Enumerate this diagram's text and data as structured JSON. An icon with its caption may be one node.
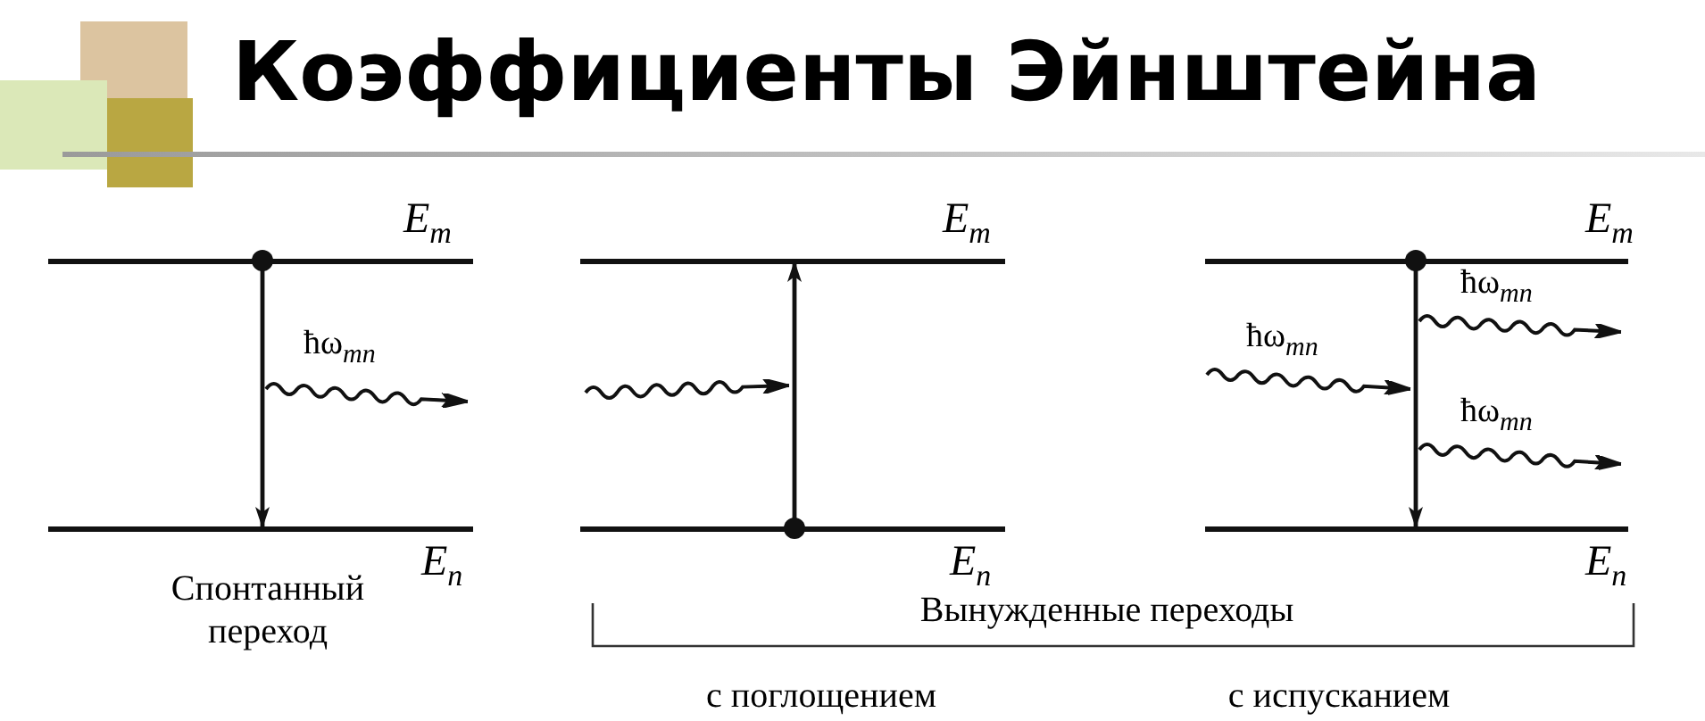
{
  "diagram": {
    "title": "Коэффициенты Эйнштейна",
    "nodes": [
      {
        "text": [],
        "shape": "bar",
        "beside": [
          "E$_{m}$"
        ]
      },
      {
        "text": [],
        "shape": "bar",
        "beside": [
          "E$_{n}$"
        ]
      },
      {
        "text": [],
        "shape": "bar",
        "beside": [
          "E$_{m}$"
        ]
      },
      {
        "text": [],
        "shape": "bar",
        "beside": [
          "E$_{n}$"
        ]
      },
      {
        "text": [],
        "shape": "bar",
        "beside": [
          "E$_{m}$"
        ]
      },
      {
        "text": [],
        "shape": "bar",
        "beside": [
          "E$_{n}$"
        ]
      }
    ],
    "edges": [
      {
        "from": 0,
        "to": 1,
        "arrow": "to"
      },
      {
        "from": 3,
        "to": 2,
        "arrow": "to"
      },
      {
        "from": 4,
        "to": 5,
        "arrow": "to"
      }
    ],
    "labels": [
      "ħω$_{mn}$",
      "ħω$_{mn}$",
      "ħω$_{mn}$",
      "ħω$_{mn}$",
      "Спонтанный переход",
      "Вынужденные переходы",
      "с поглощением",
      "с испусканием"
    ]
  }
}
